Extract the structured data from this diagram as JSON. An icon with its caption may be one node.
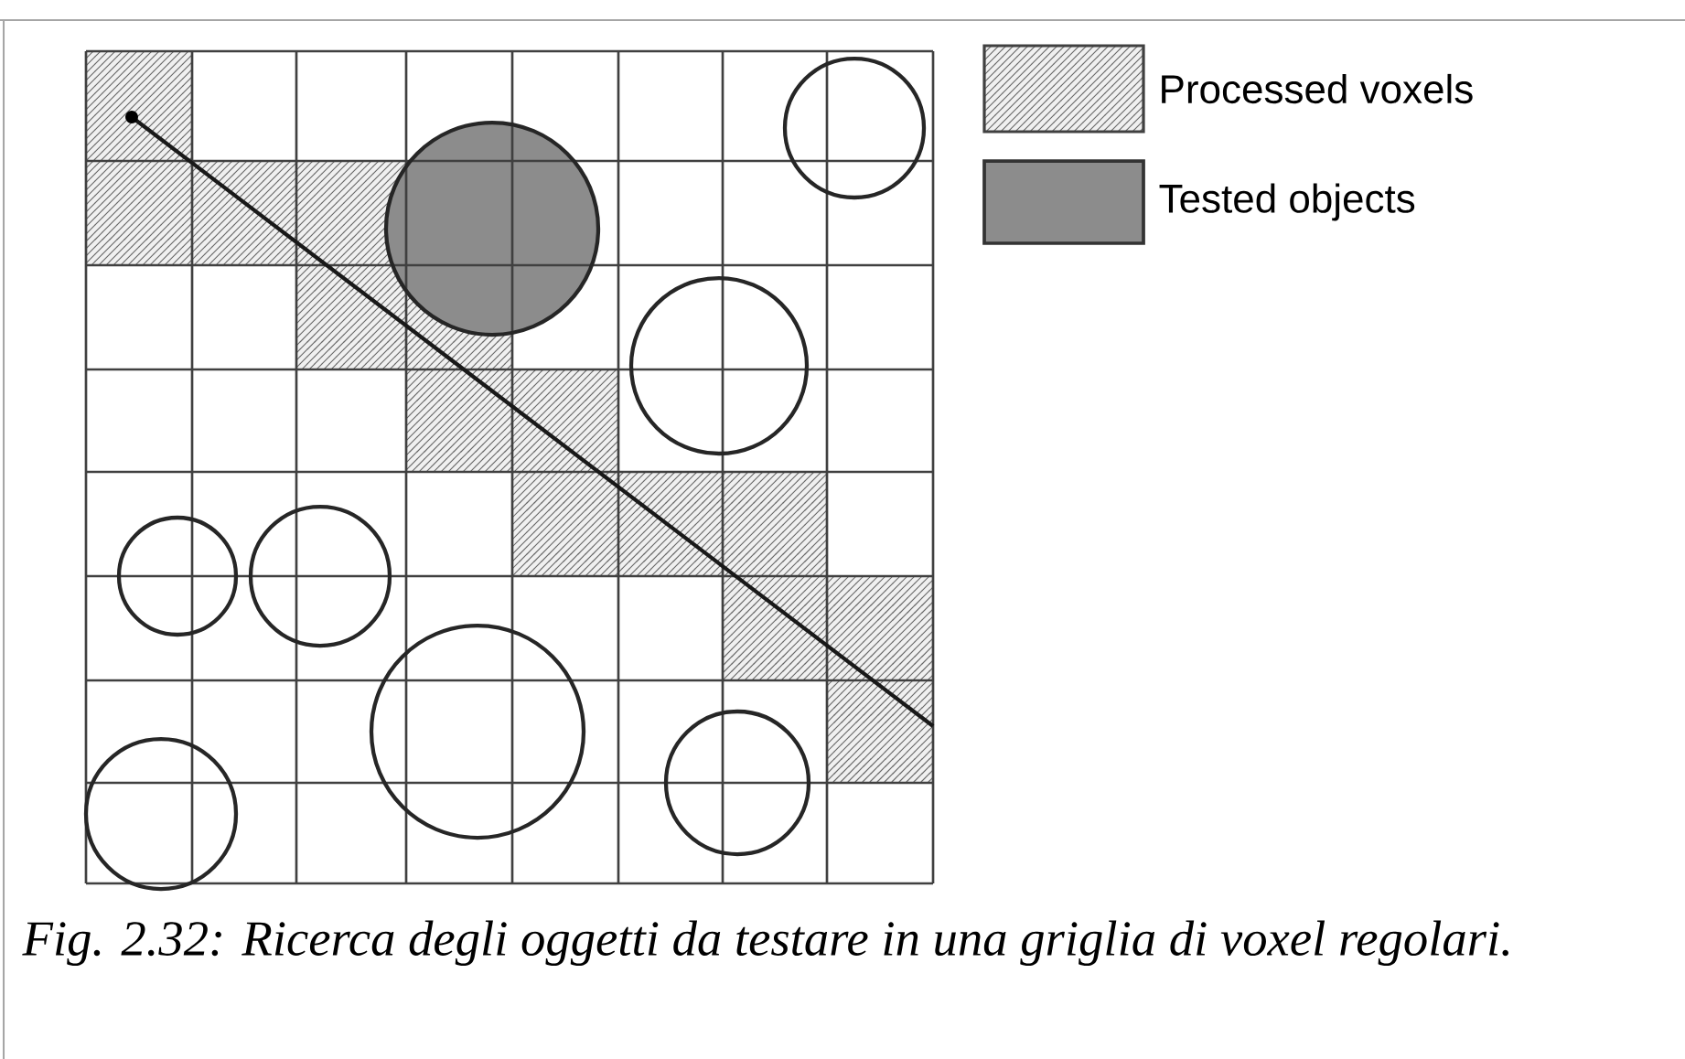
{
  "diagram": {
    "caption": "Fig. 2.32: Ricerca degli oggetti da testare in una griglia di voxel regolari.",
    "legend": [
      {
        "text": "Processed voxels"
      },
      {
        "text": "Tested objects",
        "color": "#8c8c8c"
      }
    ]
  }
}
